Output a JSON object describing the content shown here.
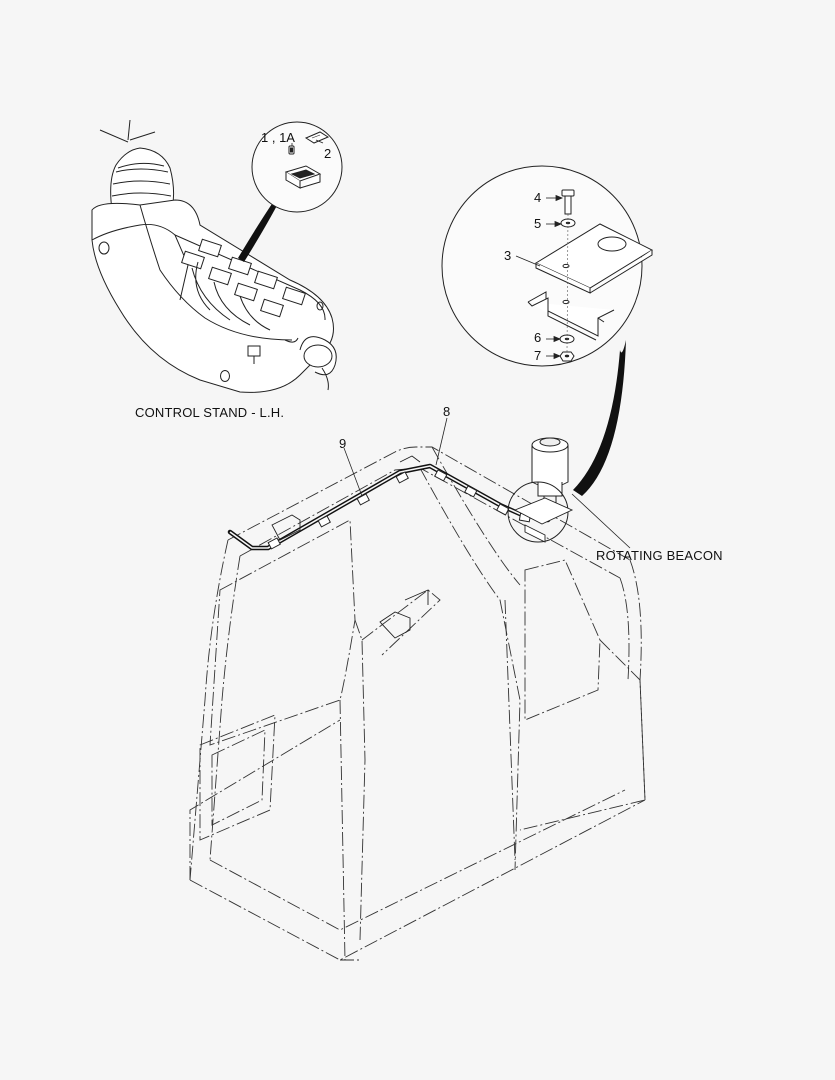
{
  "captions": {
    "control_stand": "CONTROL STAND - L.H.",
    "rotating_beacon": "ROTATING BEACON"
  },
  "callouts": {
    "c1": "1 , 1A",
    "c2": "2",
    "c3": "3",
    "c4": "4",
    "c5": "5",
    "c6": "6",
    "c7": "7",
    "c8": "8",
    "c9": "9"
  },
  "colors": {
    "line": "#222222",
    "background": "#f6f6f6",
    "harness": "#111111"
  }
}
